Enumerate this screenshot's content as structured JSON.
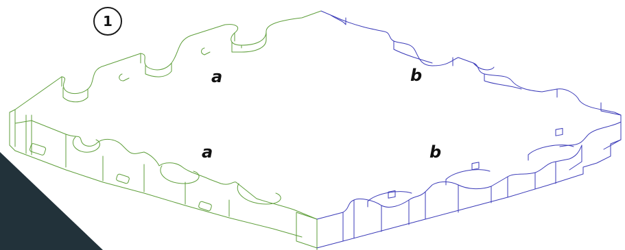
{
  "step_number": "1",
  "labels": {
    "green_back": "a",
    "blue_back": "b",
    "green_front": "a",
    "blue_front": "b"
  },
  "colors": {
    "green_half": "#5e9e3a",
    "blue_half": "#3a3ab8",
    "corner_triangle": "#22323a"
  }
}
